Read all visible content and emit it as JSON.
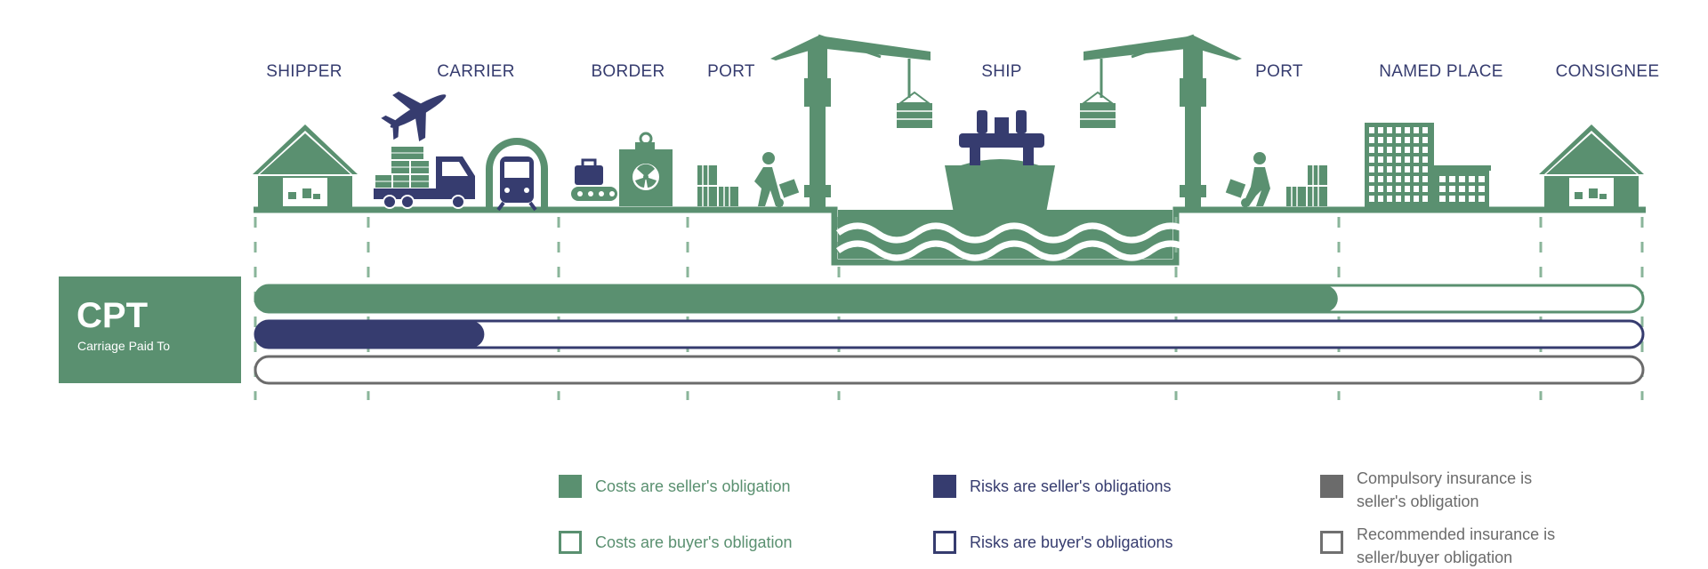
{
  "colors": {
    "green": "#5a9070",
    "navy": "#363c6f",
    "gray": "#6b6b6b",
    "outline_gray": "#707070"
  },
  "stages": [
    {
      "label": "SHIPPER",
      "icon": "warehouse-icon"
    },
    {
      "label": "CARRIER",
      "icon": "airplane-truck-train-icon"
    },
    {
      "label": "BORDER",
      "icon": "customs-scanner-icon"
    },
    {
      "label": "PORT",
      "icon": "port-worker-icon"
    },
    {
      "label": "SHIP",
      "icon": "ship-crane-icon"
    },
    {
      "label": "PORT",
      "icon": "port-worker-icon"
    },
    {
      "label": "NAMED PLACE",
      "icon": "city-buildings-icon"
    },
    {
      "label": "CONSIGNEE",
      "icon": "warehouse-icon"
    }
  ],
  "term": {
    "code": "CPT",
    "name": "Carriage Paid To"
  },
  "obligation_bars": [
    {
      "kind": "costs",
      "seller_fraction": 0.78
    },
    {
      "kind": "risks",
      "seller_fraction": 0.165
    },
    {
      "kind": "insurance",
      "seller_fraction": 0.0
    }
  ],
  "legend": [
    {
      "text": "Costs are seller's obligation",
      "style": "green-filled"
    },
    {
      "text": "Risks are seller's obligations",
      "style": "navy-filled"
    },
    {
      "text": "Compulsory insurance is seller's obligation",
      "style": "gray-filled"
    },
    {
      "text": "Costs are buyer's obligation",
      "style": "green-outline"
    },
    {
      "text": "Risks are buyer's obligations",
      "style": "navy-outline"
    },
    {
      "text": "Recommended insurance is seller/buyer obligation",
      "style": "gray-outline"
    }
  ]
}
